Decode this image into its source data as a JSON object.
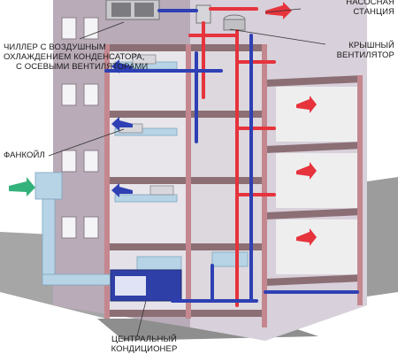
{
  "labels": {
    "pump_station": [
      "НАСОСНАЯ",
      "СТАНЦИЯ"
    ],
    "chiller": [
      "ЧИЛЛЕР С ВОЗДУШНЫМ",
      "ОХЛАЖДЕНИЕМ КОНДЕНСАТОРА,",
      "С ОСЕВЫМИ ВЕНТИЛЯТОРАМИ"
    ],
    "roof_fan": [
      "КРЫШНЫЙ",
      "ВЕНТИЛЯТОР"
    ],
    "fancoil": "ФАНКОЙЛ",
    "central_ac": [
      "ЦЕНТРАЛЬНЫЙ",
      "КОНДИЦИОНЕР"
    ]
  },
  "colors": {
    "facade": "#b7a9b6",
    "floor_slab": "#8a6f74",
    "column": "#c88f95",
    "supply_pipe": "#e8373f",
    "return_pipe": "#3345b5",
    "fresh_air": "#33b27a",
    "ground": "#9a9a9a"
  }
}
